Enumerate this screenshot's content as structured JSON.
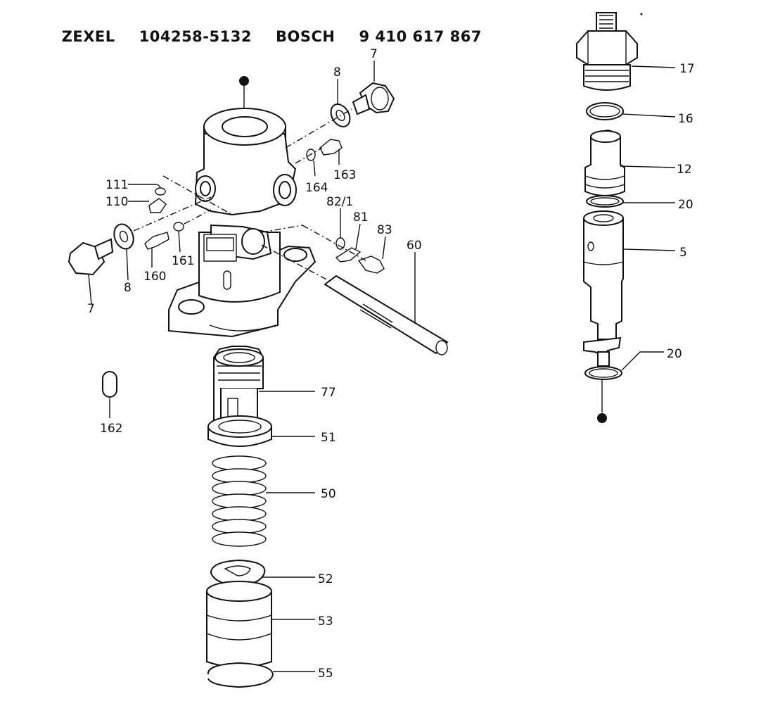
{
  "header": {
    "brand1": "ZEXEL",
    "part1": "104258-5132",
    "brand2": "BOSCH",
    "part2": "9 410 617 867"
  },
  "callouts": {
    "c7a": "7",
    "c8a": "8",
    "c163": "163",
    "c164": "164",
    "c111": "111",
    "c110": "110",
    "c160": "160",
    "c161": "161",
    "c8b": "8",
    "c7b": "7",
    "c82_1": "82/1",
    "c81": "81",
    "c83": "83",
    "c60": "60",
    "c162": "162",
    "c77": "77",
    "c51": "51",
    "c50": "50",
    "c52": "52",
    "c53": "53",
    "c55": "55",
    "c17": "17",
    "c16": "16",
    "c12": "12",
    "c20a": "20",
    "c5": "5",
    "c20b": "20"
  }
}
